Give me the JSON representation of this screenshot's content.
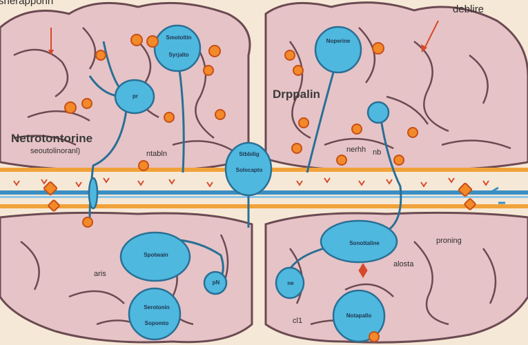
{
  "labels": {
    "top_left": "sherapponh",
    "top_right": "deblire",
    "dopamine": "Drppalin",
    "neurotransmitter": "Netrotontorine",
    "serotonin_sub": "seoutolinoranl)",
    "nabin": "ntabln",
    "nerh": "nerhh",
    "nb": "nb",
    "proning": "proning",
    "aris": "aris",
    "alosta": "alosta",
    "cl": "cl1"
  },
  "cells": {
    "syn_top1": "Smotoltin",
    "syn_top2": "Syrjalto",
    "norperine": "Noperine",
    "p1": "pr",
    "center_top": "Stbbilig",
    "center_bottom": "Solocapto",
    "spotwain": "Spotwain",
    "pn": "pN",
    "serotonin_bottom1": "Serotonin",
    "serotonin_bottom2": "Sopomto",
    "sonottaline": "Sonottaline",
    "ne": "ne",
    "notapalio": "Notapallo"
  },
  "colors": {
    "background": "#f6e8d6",
    "brain": "#e6c3c6",
    "brain_outline": "#6b4a52",
    "neuron": "#4fb8de",
    "neuron_dark": "#2a6f95",
    "molecule": "#f28a2a",
    "molecule_dark": "#c74e17",
    "membrane_orange": "#f2a23a",
    "membrane_blue": "#3a8ec2",
    "accent_red": "#d64a2a"
  },
  "icons": [
    "neuron-icon",
    "molecule-icon",
    "arrow-icon",
    "vesicle-icon"
  ]
}
